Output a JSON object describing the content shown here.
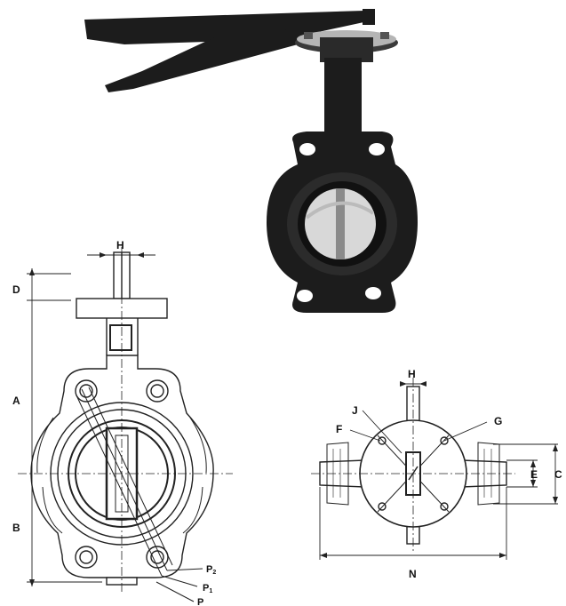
{
  "labels": {
    "H_left": "H",
    "D": "D",
    "A": "A",
    "B": "B",
    "P2": "P",
    "P2_sub": "2",
    "P1": "P",
    "P1_sub": "1",
    "P": "P",
    "H_right": "H",
    "J": "J",
    "F": "F",
    "G": "G",
    "C": "C",
    "E": "E",
    "N": "N"
  },
  "colors": {
    "valve_body": "#1c1c1c",
    "disc": "#d8d8d8",
    "line": "#222222",
    "background": "#ffffff"
  }
}
